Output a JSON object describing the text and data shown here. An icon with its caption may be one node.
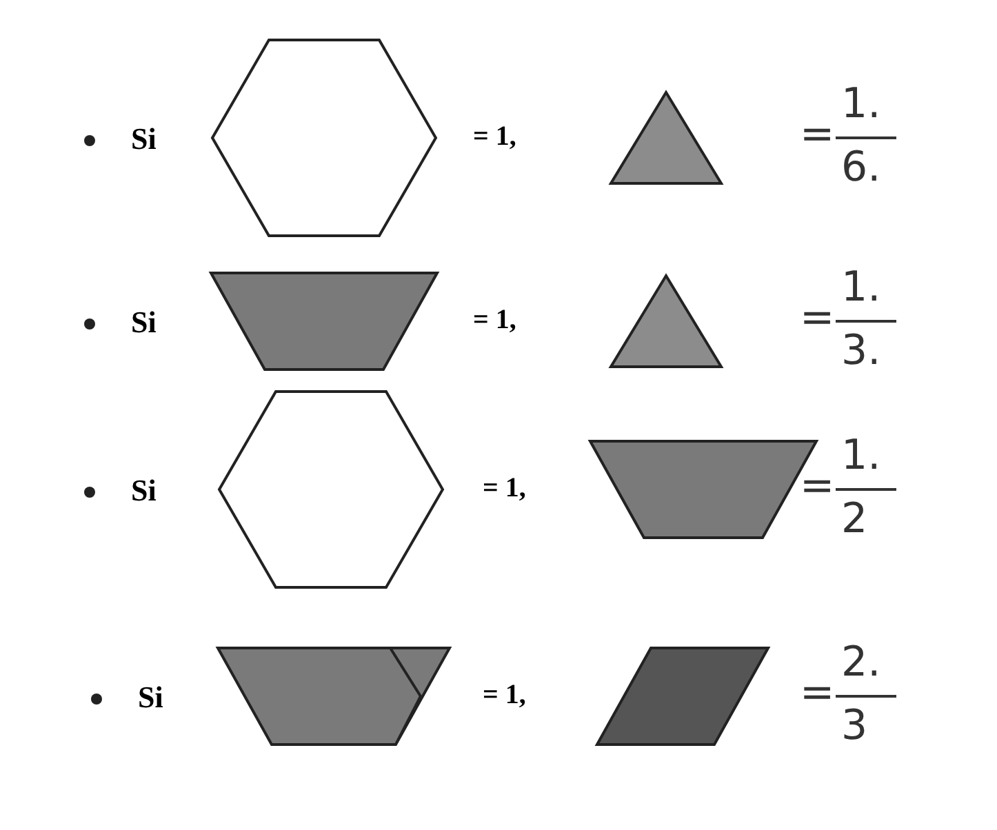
{
  "diagram": {
    "labels": [
      "Si",
      "= 1,",
      "=",
      "1.",
      "6.",
      "Si",
      "= 1,",
      "=",
      "1.",
      "3.",
      "Si",
      "= 1,",
      "=",
      "1.",
      "2",
      "Si",
      "= 1,",
      "=",
      "2.",
      "3"
    ]
  }
}
